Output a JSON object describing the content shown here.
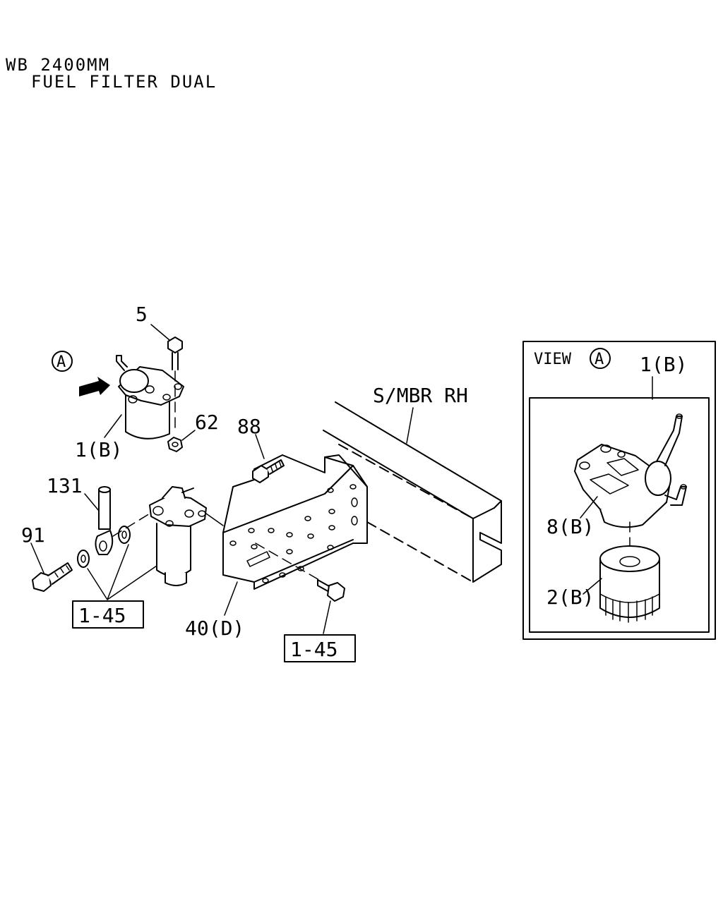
{
  "header": {
    "line1": "WB 2400MM",
    "line2": "FUEL FILTER DUAL"
  },
  "callouts": {
    "c5": "5",
    "circle_a": "A",
    "c62": "62",
    "c1b": "1(B)",
    "c88": "88",
    "c131": "131",
    "c91": "91",
    "ref_left": "1-45",
    "c40d": "40(D)",
    "ref_right": "1-45",
    "member": "S/MBR RH"
  },
  "view_box": {
    "title": "VIEW",
    "circle": "A",
    "c1b": "1(B)",
    "c8b": "8(B)",
    "c2b": "2(B)"
  }
}
